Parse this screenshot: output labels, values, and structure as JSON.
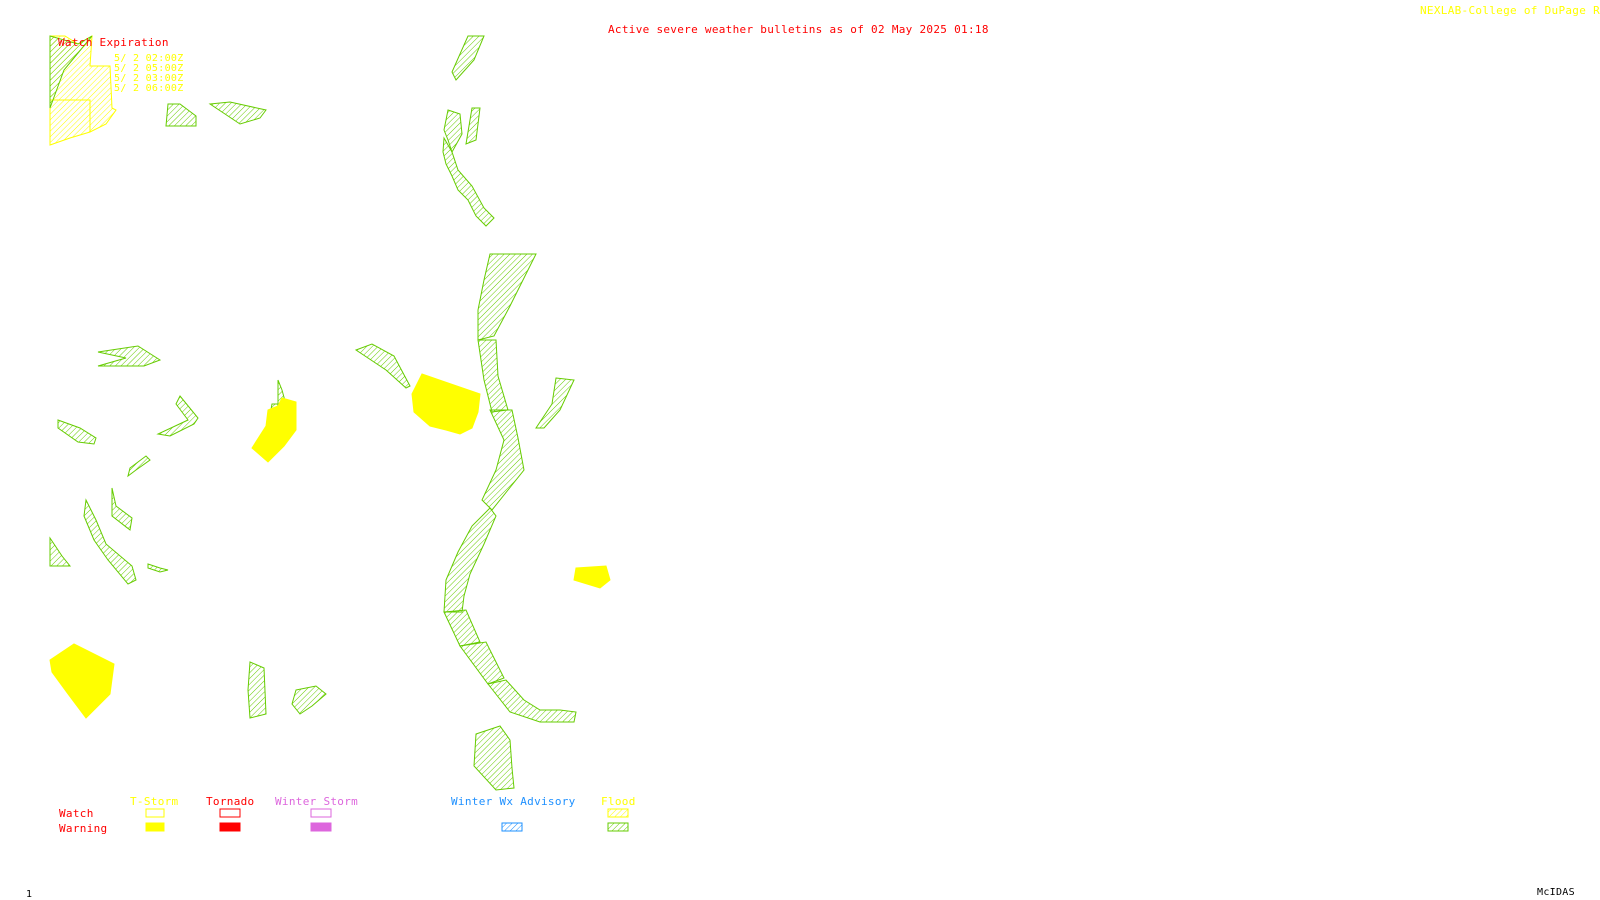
{
  "header": {
    "title": "Active severe weather bulletins as of 02 May 2025 01:18",
    "credit": "NEXLAB-College of DuPage R"
  },
  "watch_panel": {
    "title": "Watch Expiration",
    "times": [
      "5/ 2 02:00Z",
      "5/ 2 05:00Z",
      "5/ 2 03:00Z",
      "5/ 2 06:00Z"
    ]
  },
  "legend": {
    "row_watch": "Watch",
    "row_warning": "Warning",
    "columns": [
      {
        "label": "T-Storm",
        "color": "#ffff00"
      },
      {
        "label": "Tornado",
        "color": "#ff0000"
      },
      {
        "label": "Winter Storm",
        "color": "#dd66dd"
      },
      {
        "label": "Winter Wx Advisory",
        "color": "#1e90ff"
      },
      {
        "label": "Flood",
        "color": "#66cc00"
      }
    ]
  },
  "footer": {
    "frame": "1",
    "software": "McIDAS"
  },
  "colors": {
    "title": "#ff0000",
    "credit": "#ffff00",
    "flood": "#66cc00",
    "tstorm": "#ffff00"
  }
}
